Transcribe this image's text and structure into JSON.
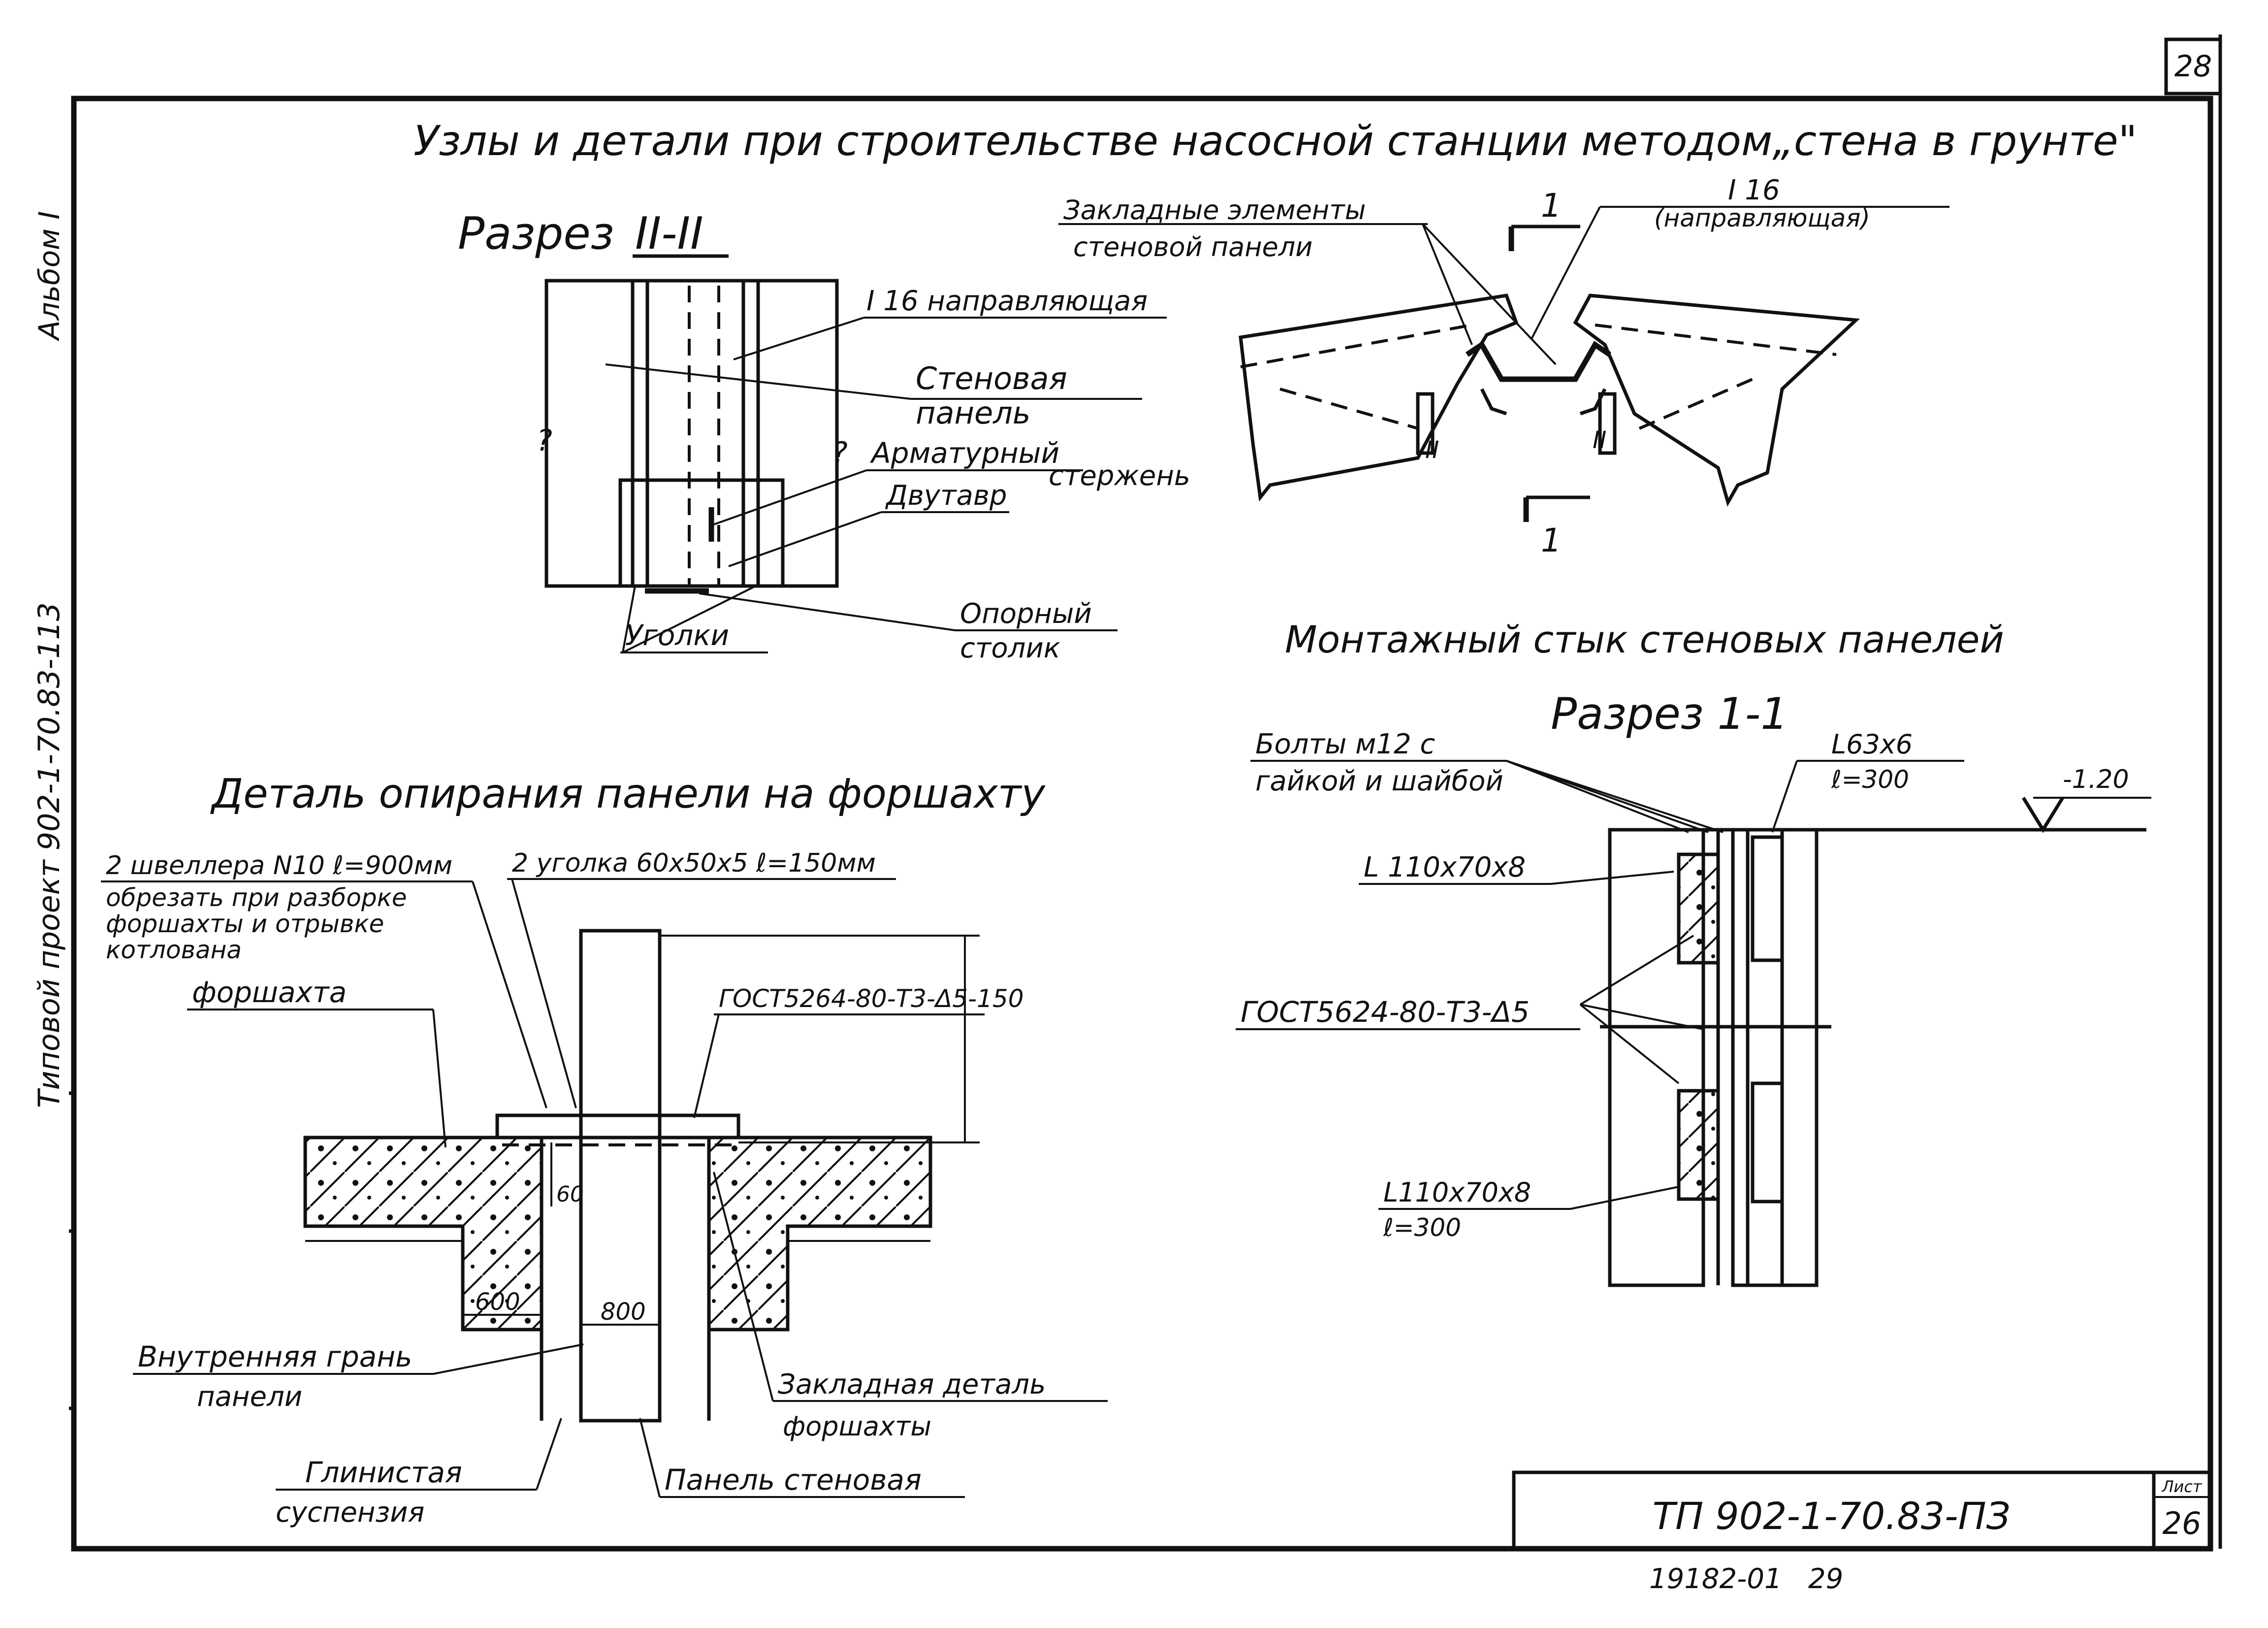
{
  "sheet": {
    "title": "Узлы и детали при строительстве насосной станции методом„стена в грунте\"",
    "page_number_top": "28",
    "side_album": "Альбом I",
    "side_project": "Типовой проект 902-1-70.83-113",
    "stamp_code": "ТП 902-1-70.83-ПЗ",
    "list_label": "Лист",
    "list_number": "26",
    "bottom_number": "19182-01   29"
  },
  "section_2": {
    "title": "Разрез",
    "roman": "II-II",
    "label_guide": "I 16 направляющая",
    "label_panel_1": "Стеновая",
    "label_panel_2": "панель",
    "label_rebar_1": "Арматурный",
    "label_rebar_2": "стержень",
    "label_ibeam": "Двутавр",
    "label_angles": "Уголки",
    "label_table_1": "Опорный",
    "label_table_2": "столик"
  },
  "plan": {
    "label_embed_1": "Закладные элементы",
    "label_embed_2": "стеновой панели",
    "label_i16": "I 16",
    "label_i16_sub": "(направляющая)",
    "mark_1": "1",
    "mark_2": "II"
  },
  "joint": {
    "title": "Монтажный стык стеновых панелей",
    "section_title": "Разрез 1-1",
    "label_bolts_1": "Болты м12 с",
    "label_bolts_2": "гайкой и шайбой",
    "label_angle_63": "L63x6",
    "label_l300": "ℓ=300",
    "label_level": "-1.20",
    "label_l110_top": "L 110x70x8",
    "label_gost": "ГОСТ5624-80-Т3-Δ5",
    "label_l110_bottom": "L110x70x8",
    "label_l300_bottom": "ℓ=300"
  },
  "detail": {
    "title": "Деталь опирания панели на форшахту",
    "label_channels_1": "2 швеллера N10 ℓ=900мм",
    "label_channels_2": "обрезать при разборке",
    "label_channels_3": "форшахты и отрывке",
    "label_channels_4": "котлована",
    "label_angles": "2 уголка 60x50x5 ℓ=150мм",
    "label_forshakhta": "форшахта",
    "label_gost": "ГОСТ5264-80-Т3-Δ5-150",
    "dim_60": "60",
    "dim_600": "600",
    "dim_800": "800",
    "label_inner_1": "Внутренняя грань",
    "label_inner_2": "панели",
    "label_embed_1": "Закладная деталь",
    "label_embed_2": "форшахты",
    "label_clay_1": "Глинистая",
    "label_clay_2": "суспензия",
    "label_panel": "Панель стеновая"
  }
}
